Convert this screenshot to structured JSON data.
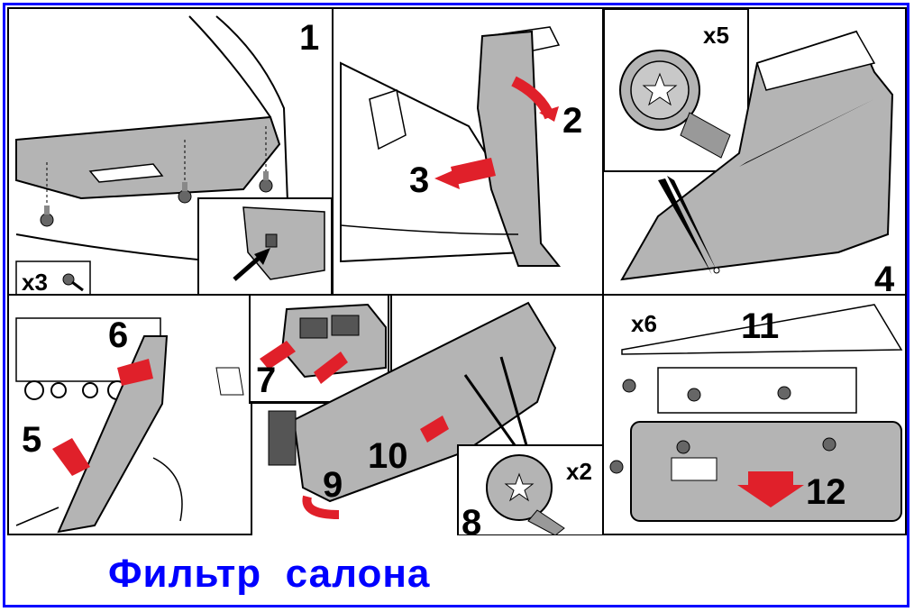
{
  "caption": "Фильтр  салона",
  "colors": {
    "frame": "#0000ff",
    "caption": "#0000ff",
    "arrow": "#e0202a",
    "part_fill": "#b4b4b4"
  },
  "panels": [
    {
      "step": "1",
      "qty": "x3",
      "icon": "screw-icon"
    },
    {
      "steps": [
        "2",
        "3"
      ]
    },
    {
      "step": "4",
      "qty": "x5",
      "icon": "screw-head-icon"
    },
    {
      "steps": [
        "5",
        "6"
      ]
    },
    {
      "step": "7"
    },
    {
      "steps": [
        "8",
        "9",
        "10"
      ],
      "qty": "x2",
      "icon": "screw-head-icon"
    },
    {
      "steps": [
        "11",
        "12"
      ],
      "qty": "x6",
      "icon": "screw-icon"
    }
  ]
}
